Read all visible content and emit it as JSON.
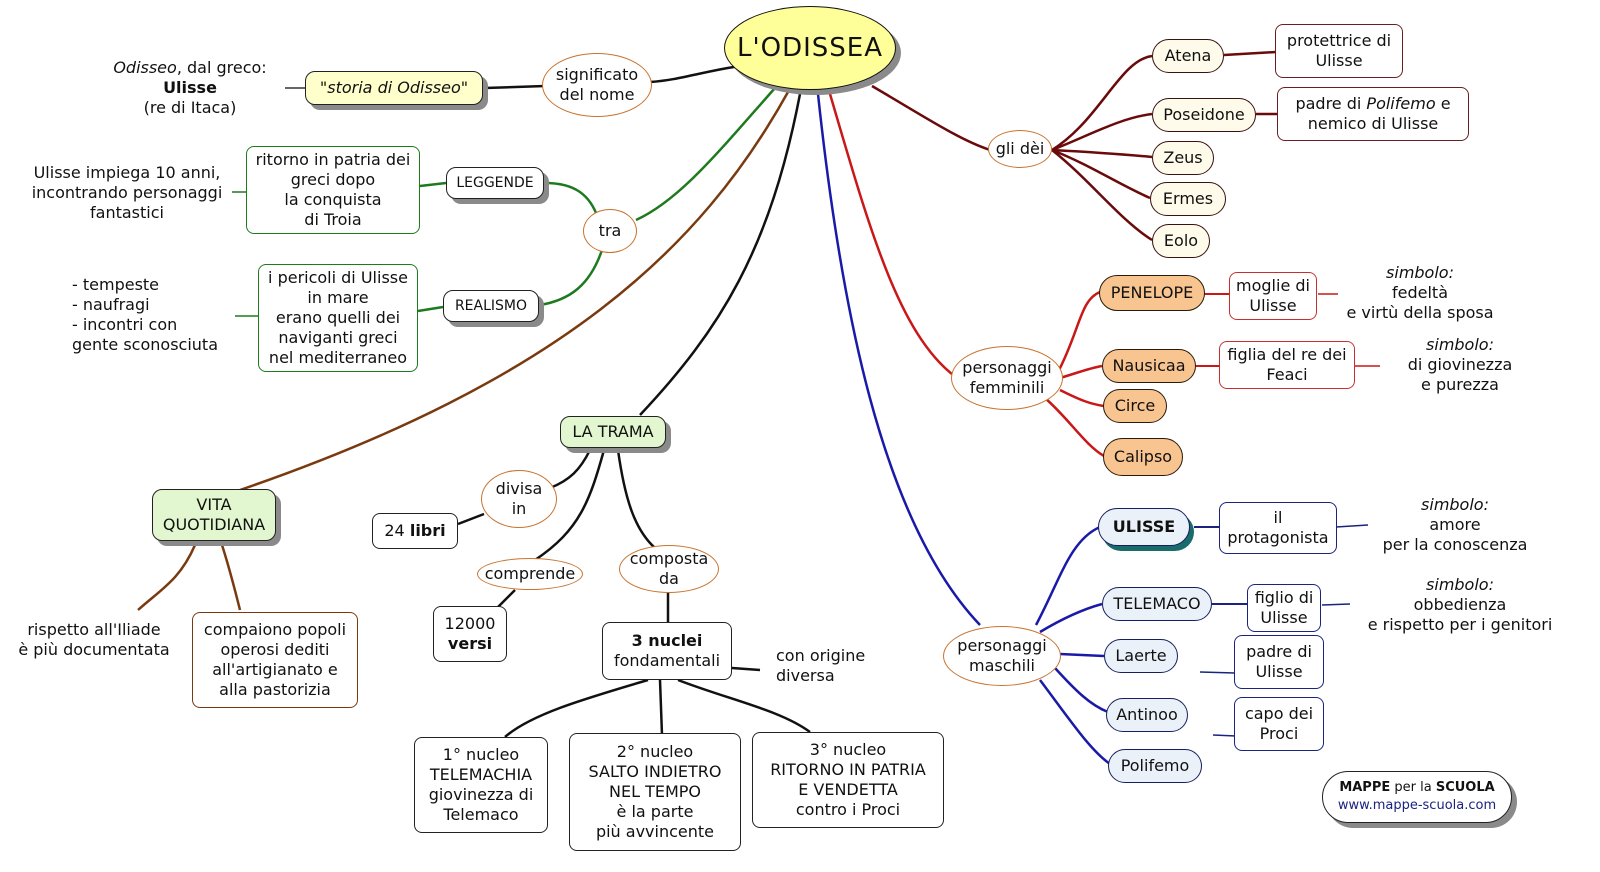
{
  "title": "L'ODISSEA",
  "name_meaning": {
    "connector": "significato\ndel nome",
    "value": "\"storia di Odisseo\"",
    "note_line1": "Odisseo",
    "note_line1_rest": ", dal greco:",
    "note_line2": "Ulisse",
    "note_line3": "(re di Itaca)"
  },
  "tra": {
    "connector": "tra",
    "leggende": {
      "label": "LEGGENDE",
      "box": "ritorno in patria dei\ngreci dopo\nla conquista\ndi Troia",
      "note": "Ulisse impiega 10 anni,\nincontrando personaggi\nfantastici"
    },
    "realismo": {
      "label": "REALISMO",
      "box": "i pericoli di Ulisse\nin mare\nerano quelli dei\nnaviganti greci\nnel mediterraneo",
      "note": "- tempeste\n- naufragi\n- incontri con\ngente sconosciuta"
    }
  },
  "vita": {
    "label": "VITA\nQUOTIDIANA",
    "note": "rispetto all'Iliade\nè più documentata",
    "box": "compaiono popoli\noperosi dediti\nall'artigianato e\nalla pastorizia"
  },
  "trama": {
    "label": "LA TRAMA",
    "divisa": "divisa\nin",
    "libri_num": "24 ",
    "libri_word": "libri",
    "comprende": "comprende",
    "versi_num": "12000",
    "versi_word": "versi",
    "composta": "composta\nda",
    "nuclei_bold": "3 nuclei",
    "nuclei_rest": "fondamentali",
    "origine": "con origine\ndiversa",
    "nucleo1": "1° nucleo\nTELEMACHIA\ngiovinezza di\nTelemaco",
    "nucleo2": "2° nucleo\nSALTO INDIETRO\nNEL TEMPO\nè la parte\npiù avvincente",
    "nucleo3": "3° nucleo\nRITORNO IN PATRIA\nE VENDETTA\ncontro i Proci"
  },
  "gods": {
    "connector": "gli dèi",
    "items": [
      {
        "name": "Atena",
        "desc": "protettrice di\nUlisse"
      },
      {
        "name": "Poseidone",
        "desc_pre": "padre di ",
        "desc_it": "Polifemo",
        "desc_post": "  e\nnemico di Ulisse"
      },
      {
        "name": "Zeus"
      },
      {
        "name": "Ermes"
      },
      {
        "name": "Eolo"
      }
    ]
  },
  "female": {
    "connector": "personaggi\nfemminili",
    "items": [
      {
        "name": "PENELOPE",
        "desc": "moglie di\nUlisse",
        "symbol_label": "simbolo:",
        "symbol": "fedeltà\ne virtù della sposa"
      },
      {
        "name": "Nausicaa",
        "desc": "figlia del re dei\nFeaci",
        "symbol_label": "simbolo:",
        "symbol": "di giovinezza\ne purezza"
      },
      {
        "name": "Circe"
      },
      {
        "name": "Calipso"
      }
    ]
  },
  "male": {
    "connector": "personaggi\nmaschili",
    "items": [
      {
        "name": "ULISSE",
        "desc": "il\nprotagonista",
        "symbol_label": "simbolo:",
        "symbol": "amore\nper la conoscenza"
      },
      {
        "name": "TELEMACO",
        "desc": "figlio di\nUlisse",
        "symbol_label": "simbolo:",
        "symbol": "obbedienza\ne rispetto per i genitori"
      },
      {
        "name": "Laerte",
        "desc": "padre di\nUlisse"
      },
      {
        "name": "Antinoo",
        "desc": "capo dei\nProci"
      },
      {
        "name": "Polifemo"
      }
    ]
  },
  "footer": {
    "brand_bold1": "MAPPE",
    "brand_mid": " per la ",
    "brand_bold2": "SCUOLA",
    "url": "www.mappe-scuola.com"
  },
  "colors": {
    "black": "#111111",
    "green": "#1e7a1e",
    "brown": "#7a3a10",
    "blue": "#1a1aa8",
    "red": "#c81818",
    "darkred": "#6a0a0a",
    "navy": "#1a237e"
  }
}
